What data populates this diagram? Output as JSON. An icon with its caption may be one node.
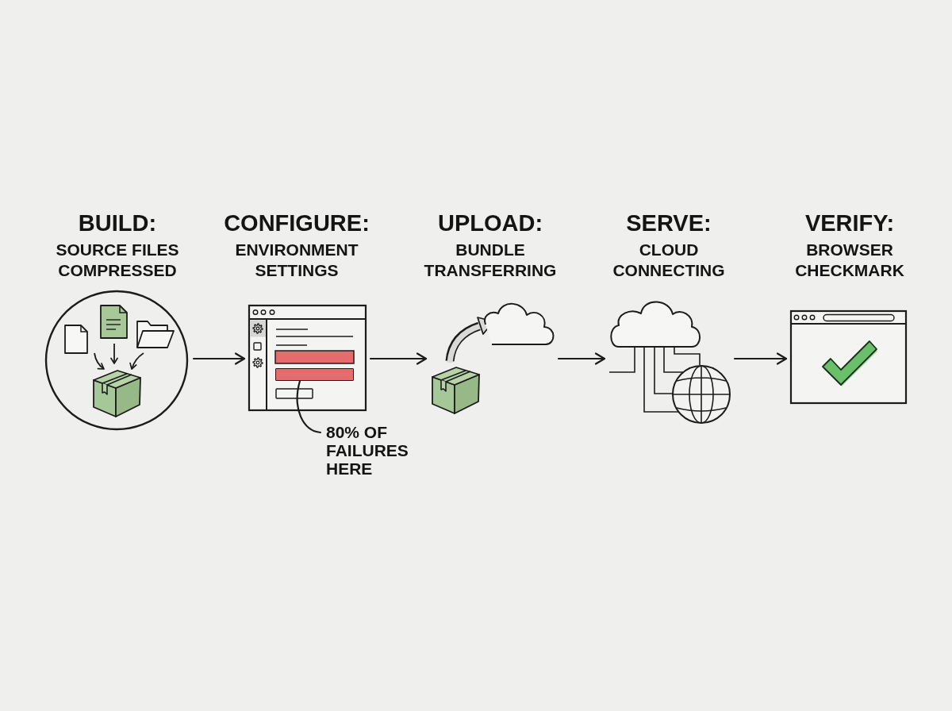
{
  "diagram": {
    "nodes": [
      {
        "text": [
          "BUILD:",
          "SOURCE FILES COMPRESSED"
        ]
      },
      {
        "text": [
          "CONFIGURE:",
          "ENVIRONMENT SETTINGS"
        ]
      },
      {
        "text": [],
        "shape": "bar",
        "in": 1
      },
      {
        "text": [
          "80% OF FAILURES HERE"
        ]
      },
      {
        "text": [
          "UPLOAD:",
          "BUNDLE TRANSFERRING"
        ]
      },
      {
        "text": [
          "SERVE:",
          "CLOUD CONNECTING"
        ]
      },
      {
        "text": [
          "VERIFY:",
          "BROWSER CHECKMARK"
        ]
      }
    ],
    "edges": [
      {
        "from": 0,
        "to": 1,
        "arrow": "to"
      },
      {
        "from": 1,
        "to": 4,
        "arrow": "to"
      },
      {
        "from": 4,
        "to": 5,
        "arrow": "to"
      },
      {
        "from": 5,
        "to": 6,
        "arrow": "to"
      },
      {
        "from": 3,
        "to": 2,
        "arrow": "none"
      }
    ]
  }
}
